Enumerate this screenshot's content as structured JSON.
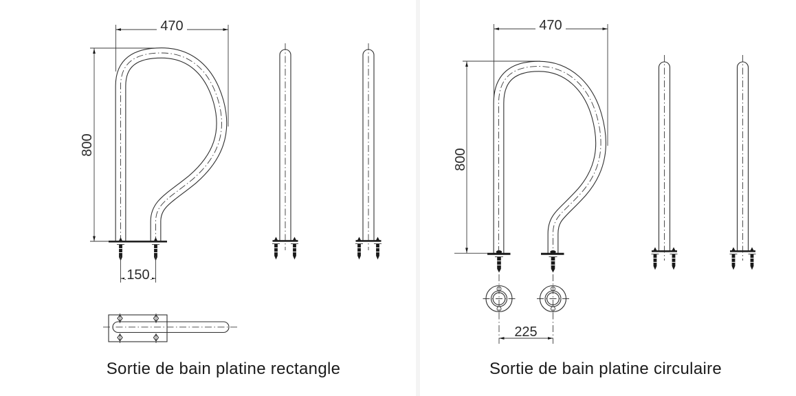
{
  "colors": {
    "background": "#ffffff",
    "line": "#2e2e2e",
    "text": "#1b1b1b",
    "divider": "#f4f4f4"
  },
  "left_drawing": {
    "caption": "Sortie de bain platine rectangle",
    "dim_width": "470",
    "dim_height": "800",
    "dim_spacing": "150"
  },
  "right_drawing": {
    "caption": "Sortie de bain platine circulaire",
    "dim_width": "470",
    "dim_height": "800",
    "dim_spacing": "225"
  }
}
